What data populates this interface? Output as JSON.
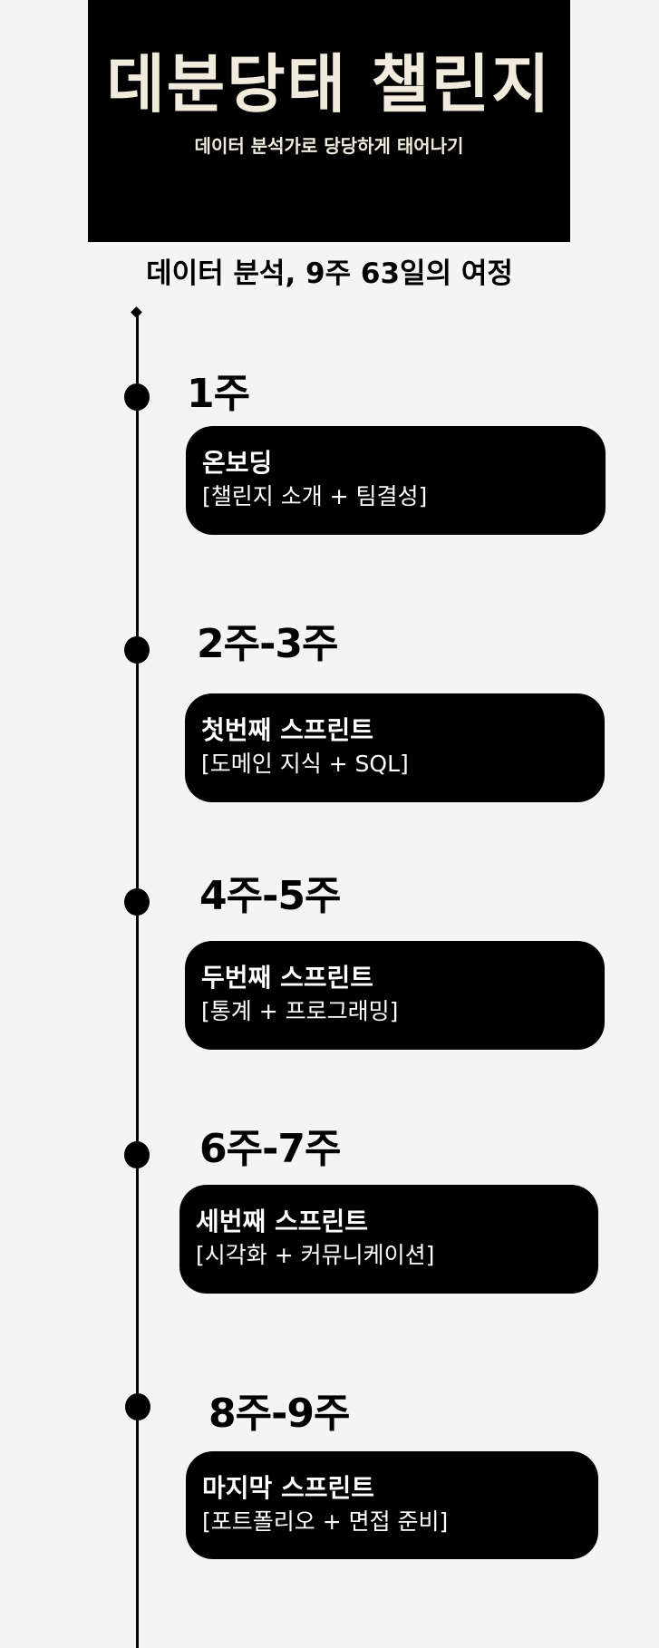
{
  "header": {
    "title": "데분당태 챌린지",
    "subtitle": "데이터 분석가로 당당하게 태어나기",
    "background": "#000000",
    "text_color": "#f0ebdc"
  },
  "journey_title": "데이터 분석, 9주 63일의 여정",
  "timeline": [
    {
      "week": "1주",
      "title": "온보딩",
      "detail": "[챌린지 소개 + 팀결성]"
    },
    {
      "week": "2주-3주",
      "title": "첫번째 스프린트",
      "detail": "[도메인 지식 + SQL]"
    },
    {
      "week": "4주-5주",
      "title": "두번째 스프린트",
      "detail": "[통계 + 프로그래밍]"
    },
    {
      "week": "6주-7주",
      "title": "세번째 스프린트",
      "detail": "[시각화 + 커뮤니케이션]"
    },
    {
      "week": "8주-9주",
      "title": "마지막 스프린트",
      "detail": "[포트폴리오 + 면접 준비]"
    }
  ]
}
